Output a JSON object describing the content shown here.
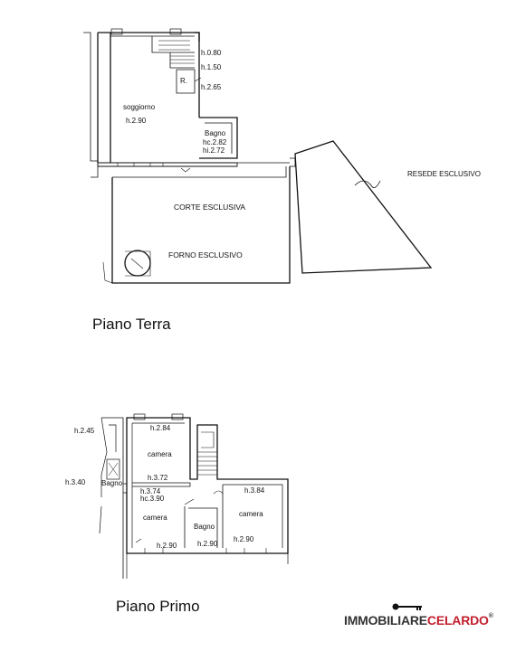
{
  "ground_floor": {
    "title": "Piano Terra",
    "rooms": {
      "living": "soggiorno",
      "living_h": "h.2.90",
      "bath": "Bagno",
      "bath_hc": "hc.2.82",
      "bath_hi": "hi.2.72",
      "courtyard": "CORTE ESCLUSIVA",
      "oven": "FORNO ESCLUSIVO",
      "yard": "RESEDE ESCLUSIVO",
      "closet": "R."
    },
    "heights": {
      "h1": "h.0.80",
      "h2": "h.1.50",
      "h3": "h.2.65"
    }
  },
  "first_floor": {
    "title": "Piano Primo",
    "labels": {
      "h_top_left": "h.2.45",
      "h_left": "h.3.40",
      "bath_left": "Bagno",
      "room1_h": "h.2.84",
      "room1": "camera",
      "room1_h2": "h.3.72",
      "room2_h": "h.3.74",
      "room2_hc": "hc.3.90",
      "room2": "camera",
      "room2_h3": "h.2.90",
      "bath_mid": "Bagno",
      "bath_mid_h": "h.2.90",
      "room3_h": "h.3.84",
      "room3": "camera",
      "room3_h2": "h.2.90"
    }
  },
  "brand": {
    "part1": "IMMOBILIARE",
    "part2": "CELARDO",
    "reg": "®",
    "primary_color": "#333333",
    "accent_color": "#c2202e"
  }
}
